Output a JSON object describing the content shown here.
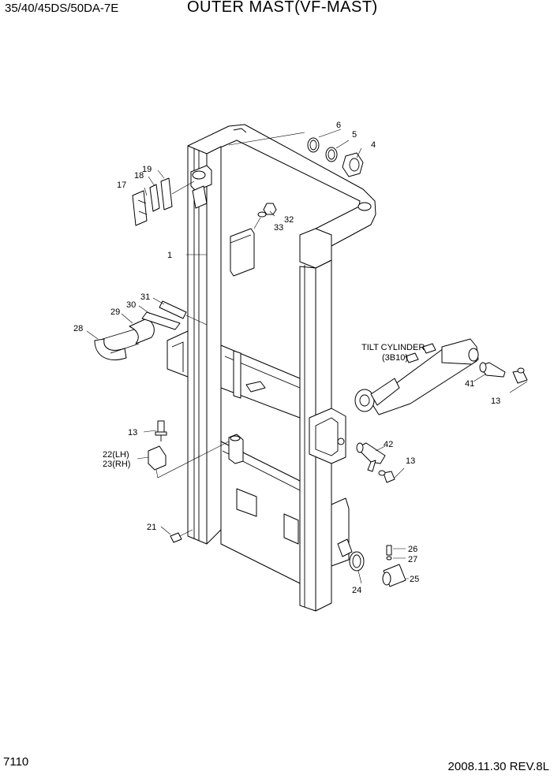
{
  "header": {
    "model": "35/40/45DS/50DA-7E",
    "title": "OUTER MAST(VF-MAST)"
  },
  "footer": {
    "page_number": "7110",
    "date_rev": "2008.11.30  REV.8L"
  },
  "callouts": {
    "c1": "1",
    "c4": "4",
    "c5": "5",
    "c6": "6",
    "c13a": "13",
    "c13b": "13",
    "c13c": "13",
    "c17": "17",
    "c18": "18",
    "c19": "19",
    "c21": "21",
    "c22": "22(LH)",
    "c23": "23(RH)",
    "c24": "24",
    "c25": "25",
    "c26": "26",
    "c27": "27",
    "c28": "28",
    "c29": "29",
    "c30": "30",
    "c31": "31",
    "c32": "32",
    "c33": "33",
    "c41": "41",
    "c42": "42"
  },
  "tilt_cylinder": {
    "label": "TILT CYLINDER",
    "ref": "(3B10)"
  }
}
